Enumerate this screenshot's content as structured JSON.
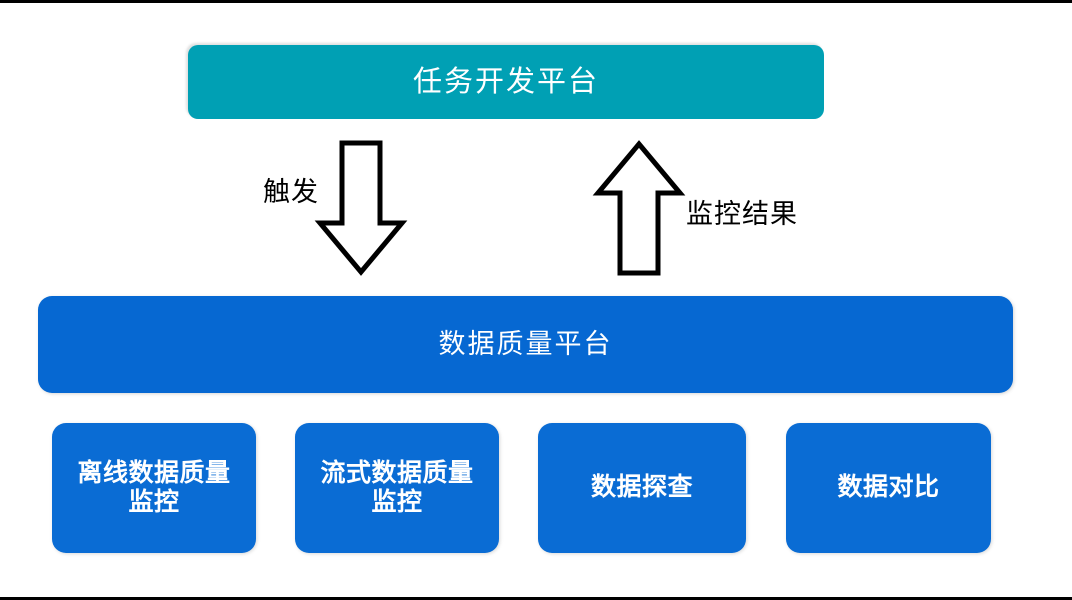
{
  "diagram": {
    "type": "flow-diagram",
    "title_node": {
      "id": "task-platform",
      "label": "任务开发平台",
      "color": "#00A0B4"
    },
    "platform_node": {
      "id": "dq-platform",
      "label": "数据质量平台",
      "color": "#0668D2"
    },
    "connectors": [
      {
        "id": "trigger",
        "label": "触发",
        "direction": "down",
        "from": "任务开发平台",
        "to": "数据质量平台",
        "stroke": "#000000",
        "fill": "#FFFFFF"
      },
      {
        "id": "monitor-result",
        "label": "监控结果",
        "direction": "up",
        "from": "数据质量平台",
        "to": "任务开发平台",
        "stroke": "#000000",
        "fill": "#FFFFFF"
      }
    ],
    "modules": [
      {
        "id": "offline-dq-monitor",
        "label": "离线数据质量\n监控",
        "color": "#0A6CD4"
      },
      {
        "id": "streaming-dq-monitor",
        "label": "流式数据质量\n监控",
        "color": "#0A6CD4"
      },
      {
        "id": "data-exploration",
        "label": "数据探查",
        "color": "#0A6CD4"
      },
      {
        "id": "data-comparison",
        "label": "数据对比",
        "color": "#0A6CD4"
      }
    ],
    "colors": {
      "teal": "#00A0B4",
      "blue_bar": "#0668D2",
      "blue_module": "#0A6CD4",
      "text_on_fill": "#FFFFFF",
      "label_text": "#000000",
      "background": "#FFFFFF",
      "frame_rule": "#000000"
    }
  }
}
